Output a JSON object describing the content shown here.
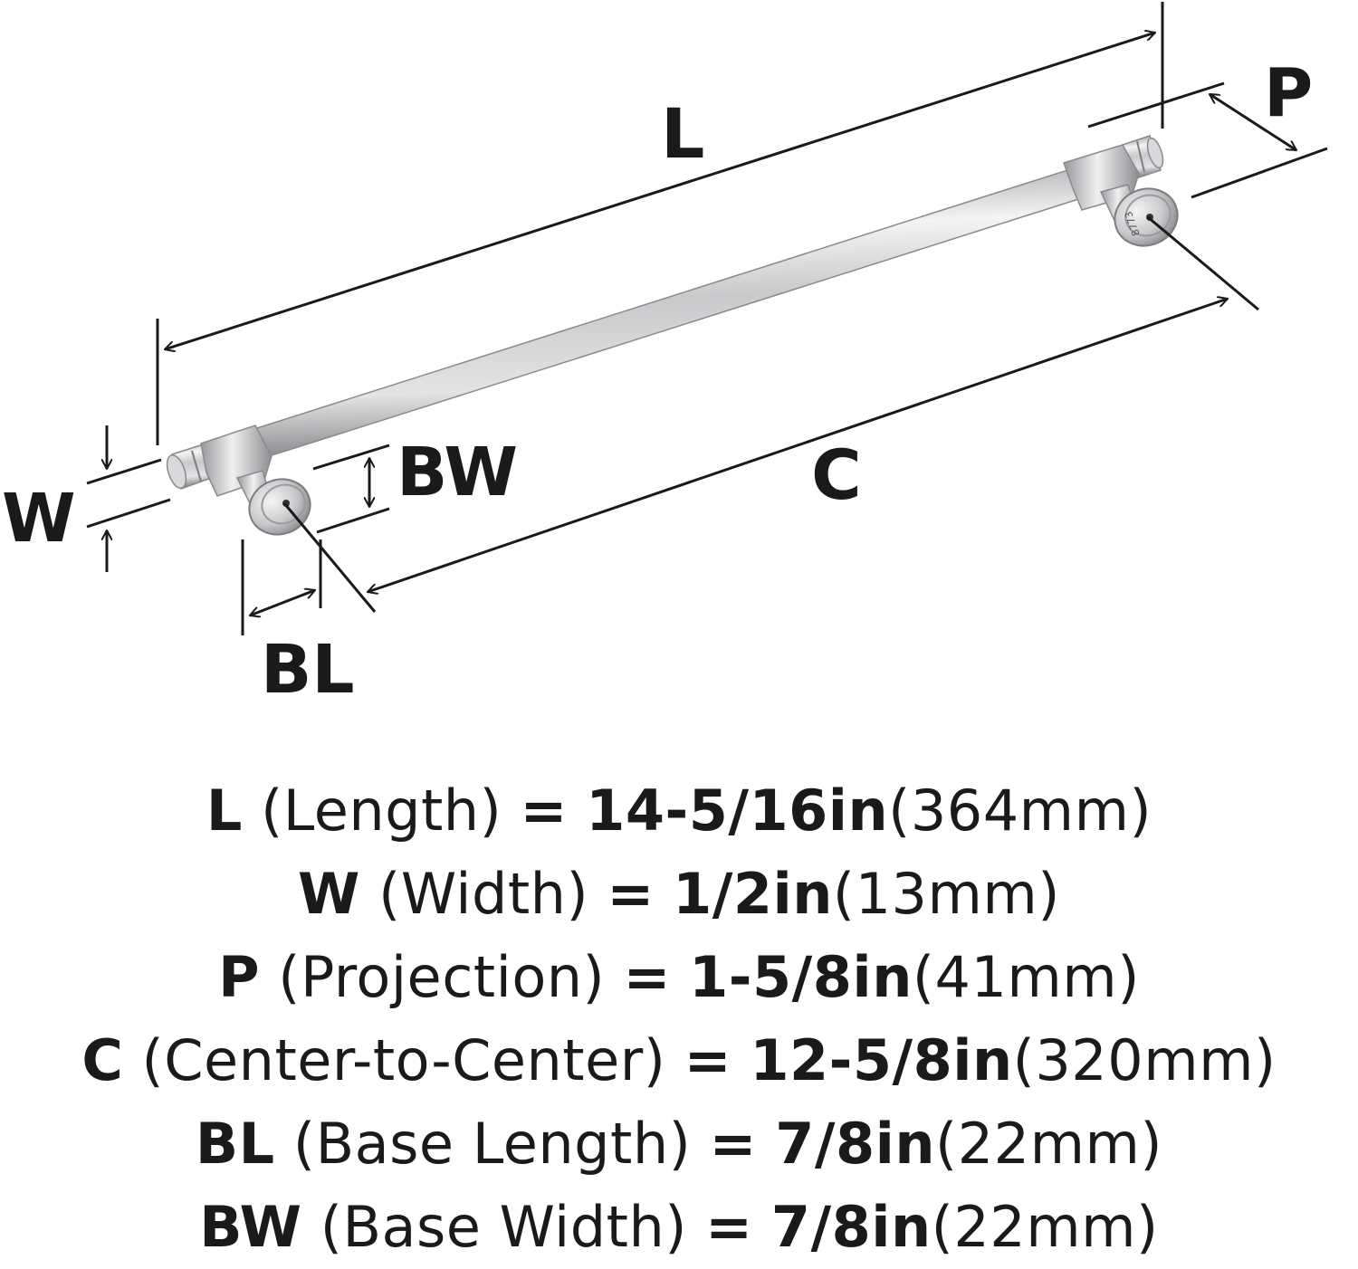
{
  "diagram": {
    "labels": {
      "L": "L",
      "P": "P",
      "W": "W",
      "BW": "BW",
      "C": "C",
      "BL": "BL"
    },
    "part_number": "8773"
  },
  "specs": [
    {
      "key": "L",
      "desc": "(Length)",
      "eq": "=",
      "imperial": "14-5/16in",
      "metric": "(364mm)"
    },
    {
      "key": "W",
      "desc": "(Width)",
      "eq": "=",
      "imperial": "1/2in",
      "metric": "(13mm)"
    },
    {
      "key": "P",
      "desc": "(Projection)",
      "eq": "=",
      "imperial": "1-5/8in",
      "metric": "(41mm)"
    },
    {
      "key": "C",
      "desc": "(Center-to-Center)",
      "eq": "=",
      "imperial": "12-5/8in",
      "metric": "(320mm)"
    },
    {
      "key": "BL",
      "desc": "(Base Length)",
      "eq": "=",
      "imperial": "7/8in",
      "metric": "(22mm)"
    },
    {
      "key": "BW",
      "desc": "(Base Width)",
      "eq": "=",
      "imperial": "7/8in",
      "metric": "(22mm)"
    }
  ],
  "colors": {
    "line": "#1a1a1a",
    "metal_light": "#e9e9ea",
    "metal_mid": "#bdbdc0",
    "metal_dark": "#8c8c90"
  }
}
